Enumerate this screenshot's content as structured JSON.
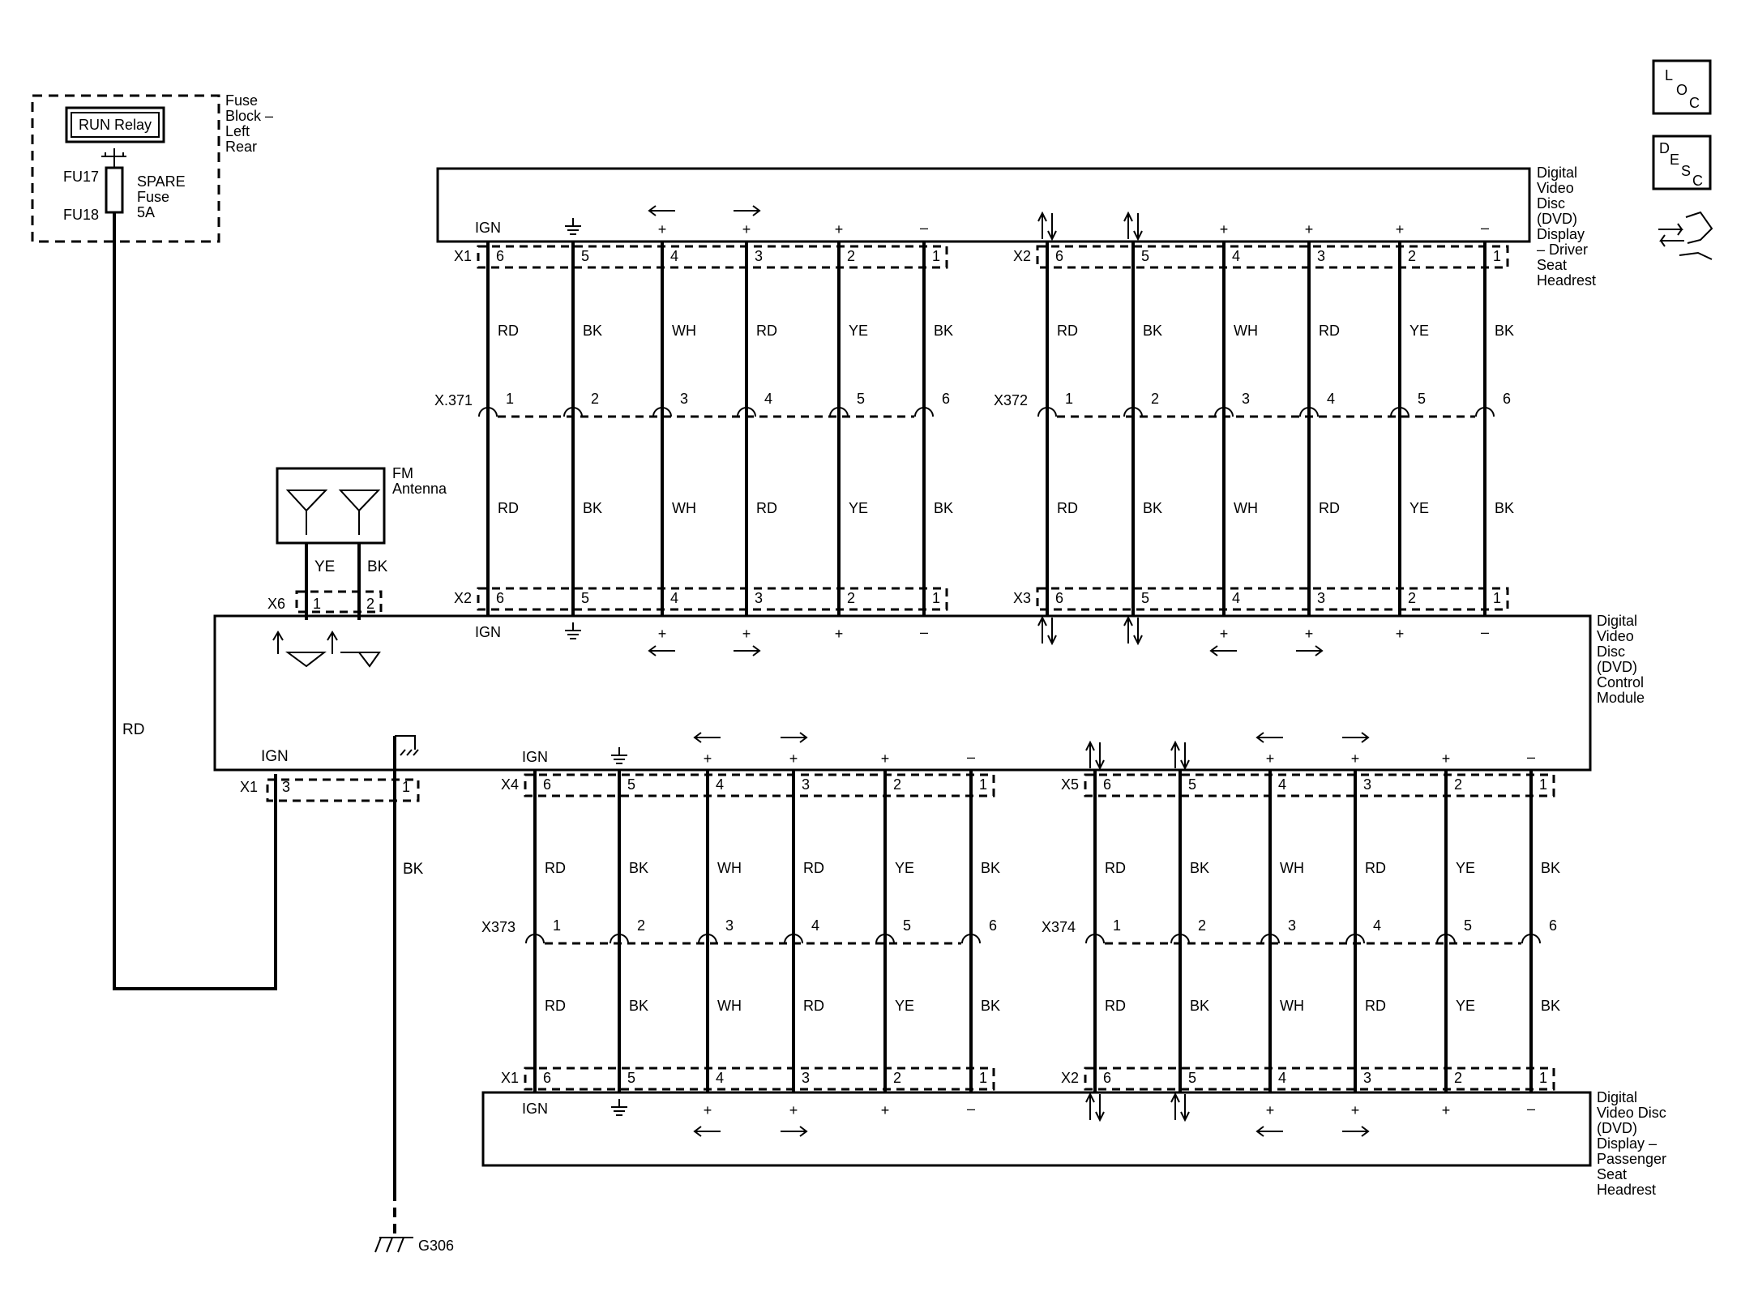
{
  "fuse_block": {
    "title_lines": [
      "Fuse",
      "Block –",
      "Left",
      "Rear"
    ],
    "relay": "RUN Relay",
    "pin_top": "FU17",
    "pin_bottom": "FU18",
    "fuse_lines": [
      "SPARE",
      "Fuse",
      "5A"
    ],
    "feed_wire_color": "RD"
  },
  "antenna": {
    "title_lines": [
      "FM",
      "Antenna"
    ],
    "wire_colors": [
      "YE",
      "BK"
    ],
    "connector": "X6",
    "pins": [
      "1",
      "2"
    ]
  },
  "driver_display": {
    "title_lines": [
      "Digital",
      "Video",
      "Disc",
      "(DVD)",
      "Display",
      "– Driver",
      "Seat",
      "Headrest"
    ],
    "ign_label": "IGN",
    "connectors": [
      "X1",
      "X2"
    ]
  },
  "control_module": {
    "title_lines": [
      "Digital",
      "Video",
      "Disc",
      "(DVD)",
      "Control",
      "Module"
    ],
    "ign_label": "IGN",
    "top_connectors": [
      "X2",
      "X3"
    ],
    "bottom_connectors": [
      "X4",
      "X5"
    ],
    "power_connector": "X1",
    "power_pins": [
      "3",
      "1"
    ]
  },
  "passenger_display": {
    "title_lines": [
      "Digital",
      "Video Disc",
      "(DVD)",
      "Display –",
      "Passenger",
      "Seat",
      "Headrest"
    ],
    "ign_label": "IGN",
    "connectors": [
      "X1",
      "X2"
    ]
  },
  "inline_connectors": [
    "X.371",
    "X372",
    "X373",
    "X374"
  ],
  "pin_numbers_desc": [
    "6",
    "5",
    "4",
    "3",
    "2",
    "1"
  ],
  "pin_numbers_asc": [
    "1",
    "2",
    "3",
    "4",
    "5",
    "6"
  ],
  "wire_colors": [
    "RD",
    "BK",
    "WH",
    "RD",
    "YE",
    "BK"
  ],
  "ground_wire_color": "BK",
  "ground": "G306",
  "icons": {
    "loc": [
      "L",
      "O",
      "C"
    ],
    "desc": [
      "D",
      "E",
      "S",
      "C"
    ]
  }
}
